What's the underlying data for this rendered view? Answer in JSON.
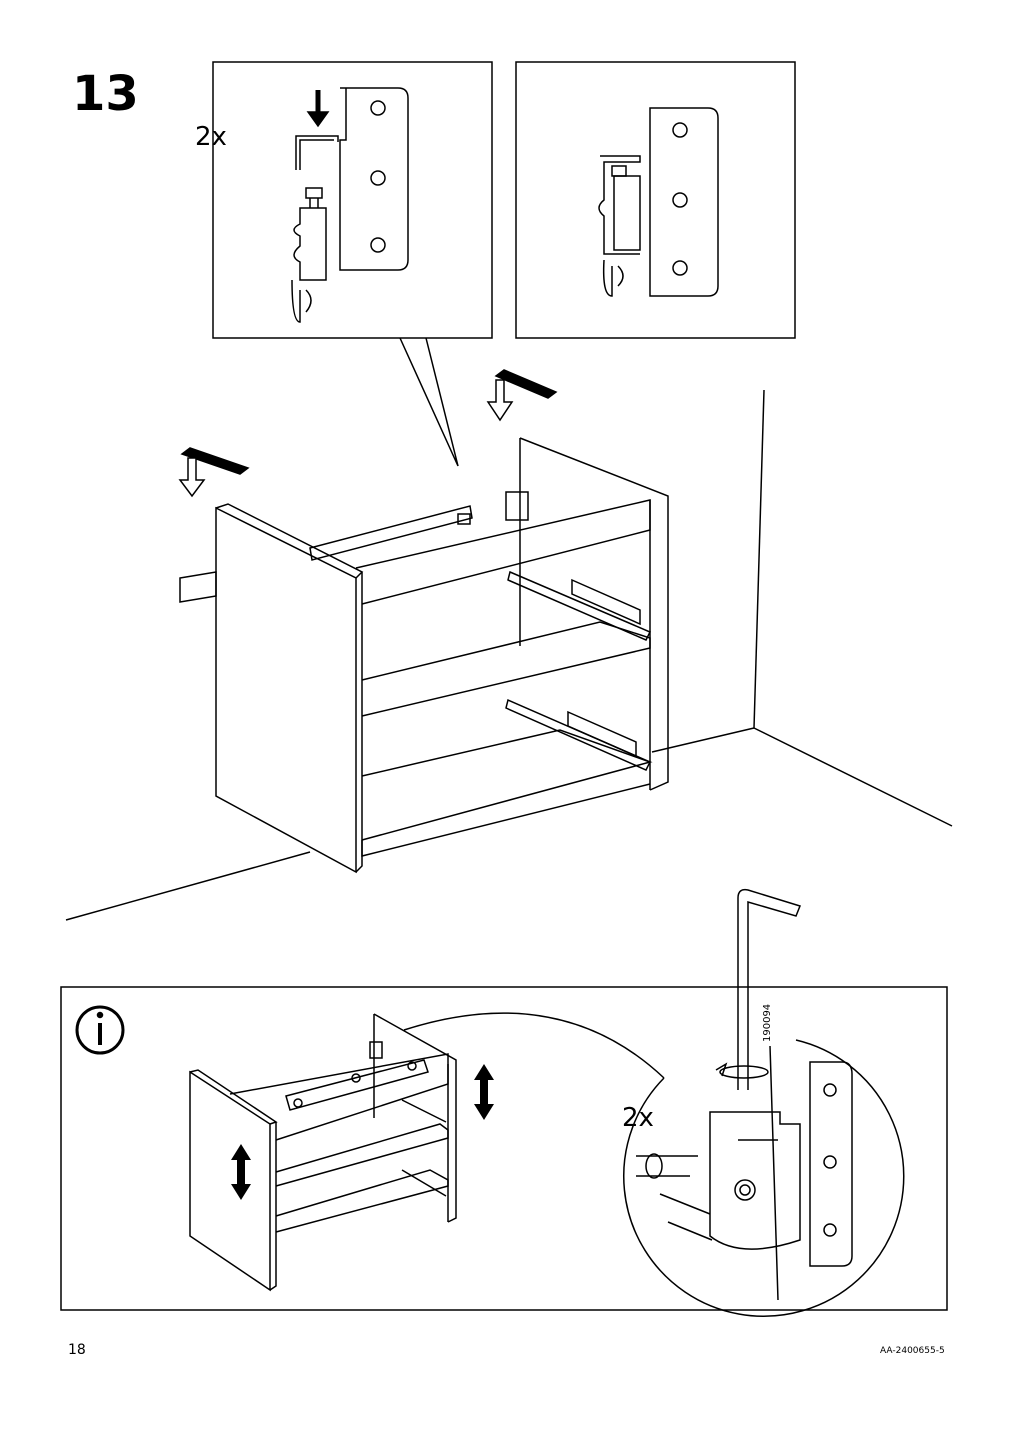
{
  "step": {
    "number": "13"
  },
  "detail": {
    "quantity": "2x"
  },
  "info": {
    "quantity": "2x",
    "tool_code": "190094",
    "icon": "info-icon"
  },
  "footer": {
    "page_number": "18",
    "document_code": "AA-2400655-5"
  }
}
